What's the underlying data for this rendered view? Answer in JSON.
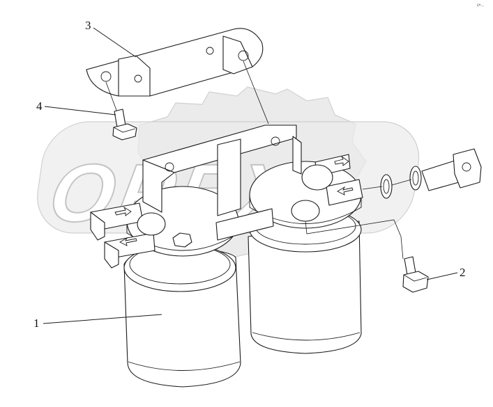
{
  "diagram": {
    "callouts": [
      {
        "id": "1",
        "label": "1"
      },
      {
        "id": "2",
        "label": "2"
      },
      {
        "id": "3",
        "label": "3"
      },
      {
        "id": "4",
        "label": "4"
      }
    ],
    "watermark_text": "OPEX",
    "corner_mark": "c•...",
    "colors": {
      "line": "#1a1a1a",
      "watermark": "#ebebeb"
    }
  }
}
